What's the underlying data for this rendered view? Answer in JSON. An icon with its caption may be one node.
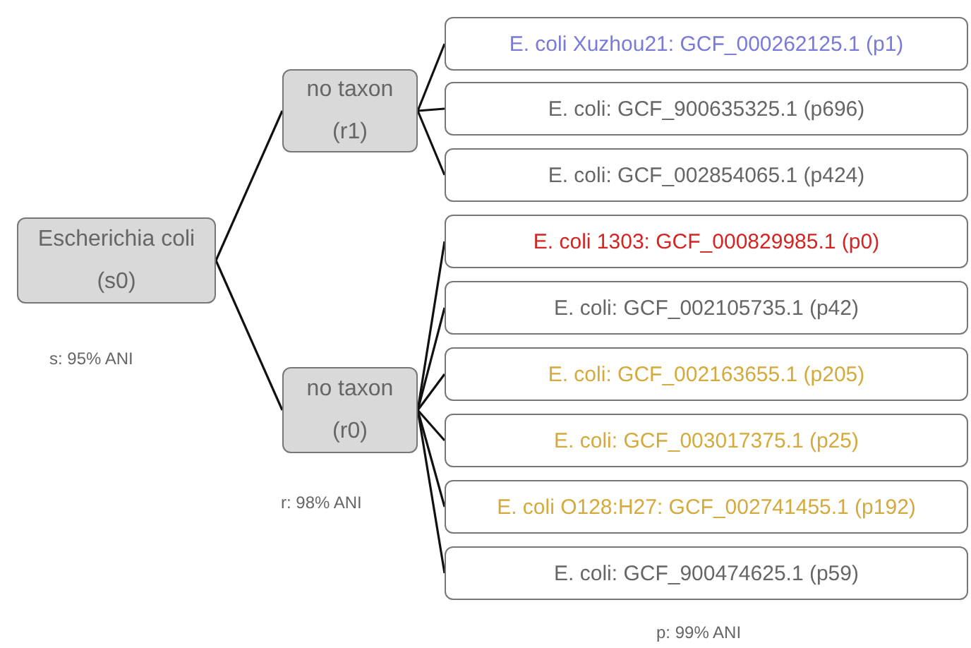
{
  "diagram": {
    "nodes": [
      {
        "text": [
          "Escherichia coli",
          "(s0)"
        ]
      },
      {
        "text": [
          "no taxon",
          "(r1)"
        ]
      },
      {
        "text": [
          "no taxon",
          "(r0)"
        ]
      },
      {
        "text": [
          "E. coli Xuzhou21: GCF_000262125.1 (p1)"
        ]
      },
      {
        "text": [
          "E. coli: GCF_900635325.1 (p696)"
        ]
      },
      {
        "text": [
          "E. coli: GCF_002854065.1 (p424)"
        ]
      },
      {
        "text": [
          "E. coli 1303: GCF_000829985.1 (p0)"
        ]
      },
      {
        "text": [
          "E. coli: GCF_002105735.1 (p42)"
        ]
      },
      {
        "text": [
          "E. coli: GCF_002163655.1 (p205)"
        ]
      },
      {
        "text": [
          "E. coli: GCF_003017375.1 (p25)"
        ]
      },
      {
        "text": [
          "E. coli O128:H27: GCF_002741455.1 (p192)"
        ]
      },
      {
        "text": [
          "E. coli: GCF_900474625.1 (p59)"
        ]
      }
    ],
    "edges": [
      {
        "from": 0,
        "to": 1,
        "arrow": "none"
      },
      {
        "from": 0,
        "to": 2,
        "arrow": "none"
      },
      {
        "from": 1,
        "to": 3,
        "arrow": "none"
      },
      {
        "from": 1,
        "to": 4,
        "arrow": "none"
      },
      {
        "from": 1,
        "to": 5,
        "arrow": "none"
      },
      {
        "from": 2,
        "to": 6,
        "arrow": "none"
      },
      {
        "from": 2,
        "to": 7,
        "arrow": "none"
      },
      {
        "from": 2,
        "to": 8,
        "arrow": "none"
      },
      {
        "from": 2,
        "to": 9,
        "arrow": "none"
      },
      {
        "from": 2,
        "to": 10,
        "arrow": "none"
      },
      {
        "from": 2,
        "to": 11,
        "arrow": "none"
      }
    ],
    "labels": [
      "s: 95% ANI",
      "r: 98% ANI",
      "p: 99% ANI"
    ]
  }
}
